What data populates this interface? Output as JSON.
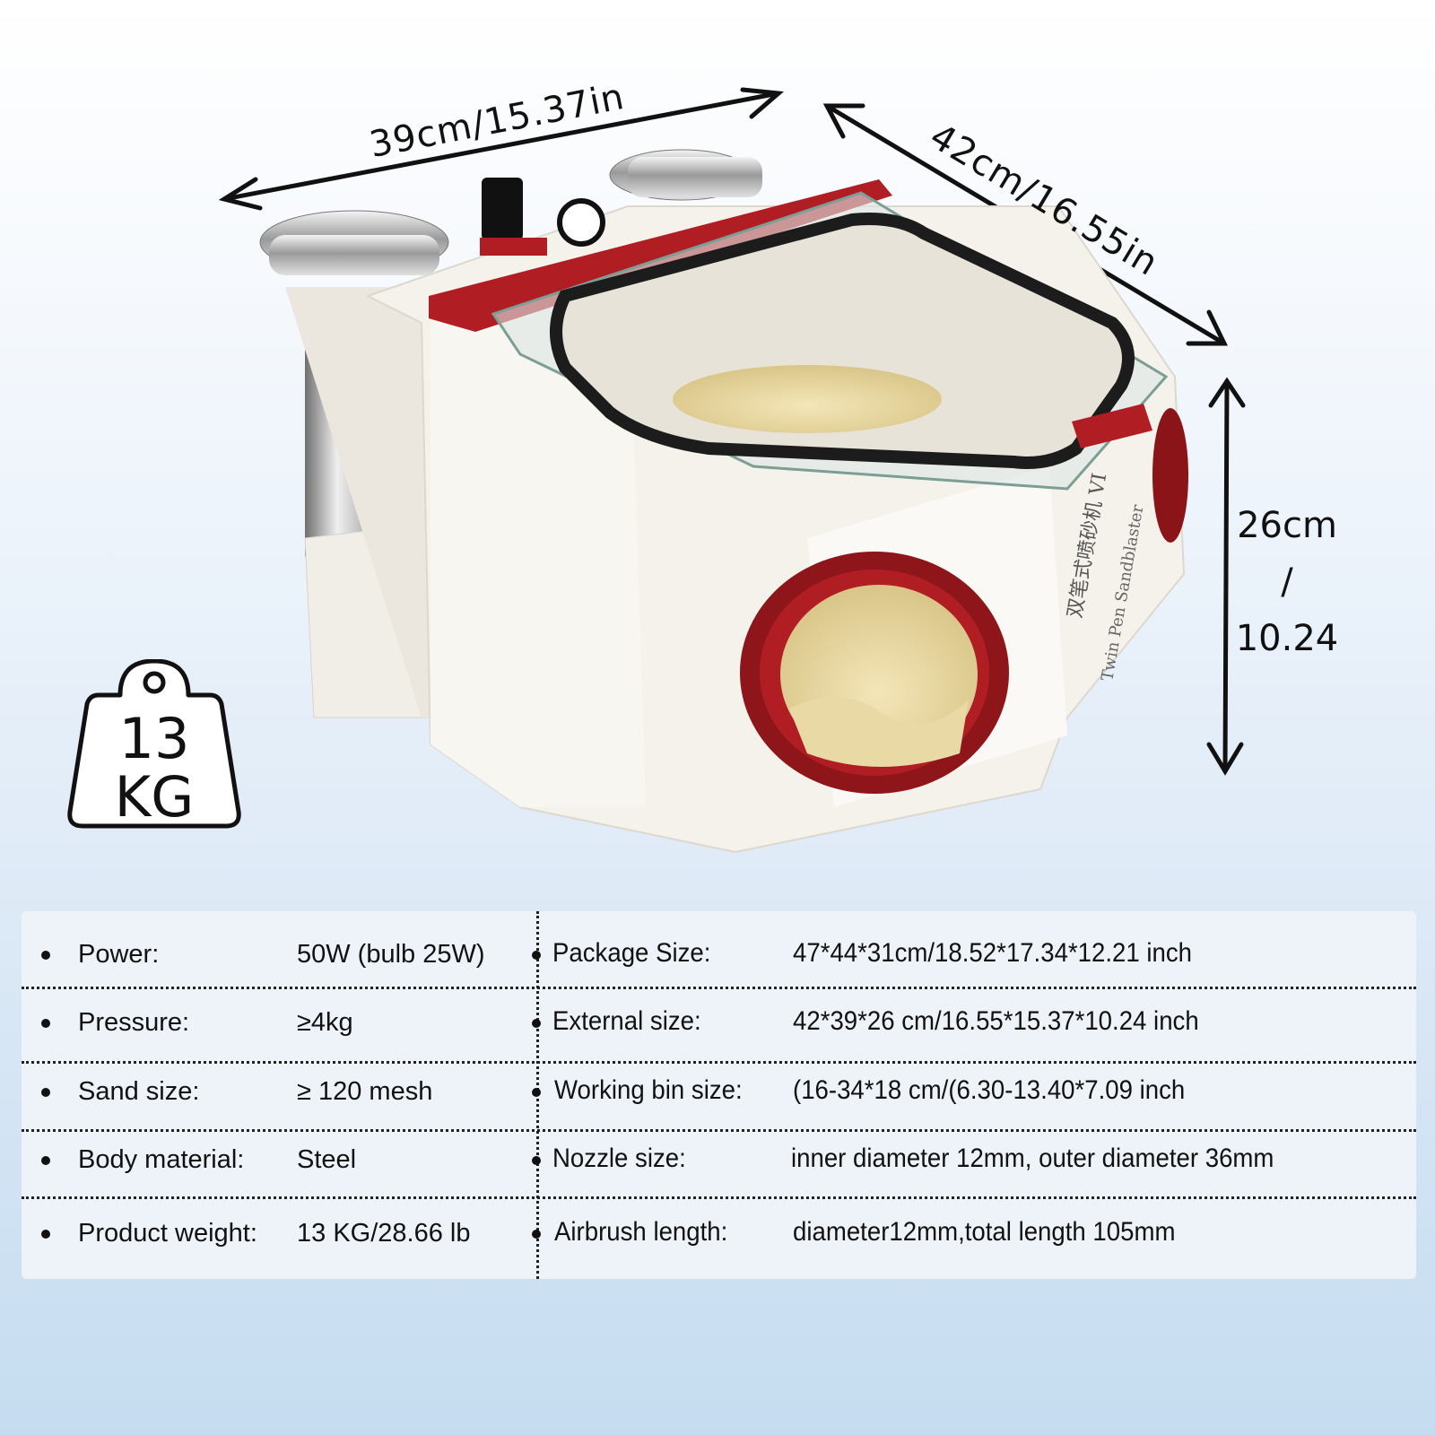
{
  "dimensions": {
    "width": "39cm/15.37in",
    "depth": "42cm/16.55in",
    "height_cm": "26cm",
    "height_sep": "/",
    "height_in": "10.24"
  },
  "weight_badge": {
    "value": "13",
    "unit": "KG"
  },
  "product_labels": {
    "front_text_cn": "双笔式喷砂机 VI",
    "front_text_en": "Twin Pen Sandblaster"
  },
  "colors": {
    "accent_red": "#b01e24",
    "body_white": "#f4f1ea",
    "table_bg": "#eef3f9",
    "lining": "#e9dcb0"
  },
  "specs": {
    "left": [
      {
        "label": "Power:",
        "value": "50W (bulb 25W)"
      },
      {
        "label": "Pressure:",
        "value": "≥4kg"
      },
      {
        "label": "Sand size:",
        "value": "≥ 120 mesh"
      },
      {
        "label": "Body material:",
        "value": "Steel"
      },
      {
        "label": "Product weight:",
        "value": "13 KG/28.66 lb"
      }
    ],
    "right": [
      {
        "label": "Package Size:",
        "value": "47*44*31cm/18.52*17.34*12.21 inch"
      },
      {
        "label": "External size:",
        "value": "42*39*26 cm/16.55*15.37*10.24 inch"
      },
      {
        "label": "Working bin size:",
        "value": "(16-34*18 cm/(6.30-13.40*7.09 inch"
      },
      {
        "label": "Nozzle size:",
        "value": "inner diameter 12mm, outer diameter 36mm"
      },
      {
        "label": "Airbrush length:",
        "value": "diameter12mm,total length 105mm"
      }
    ]
  }
}
